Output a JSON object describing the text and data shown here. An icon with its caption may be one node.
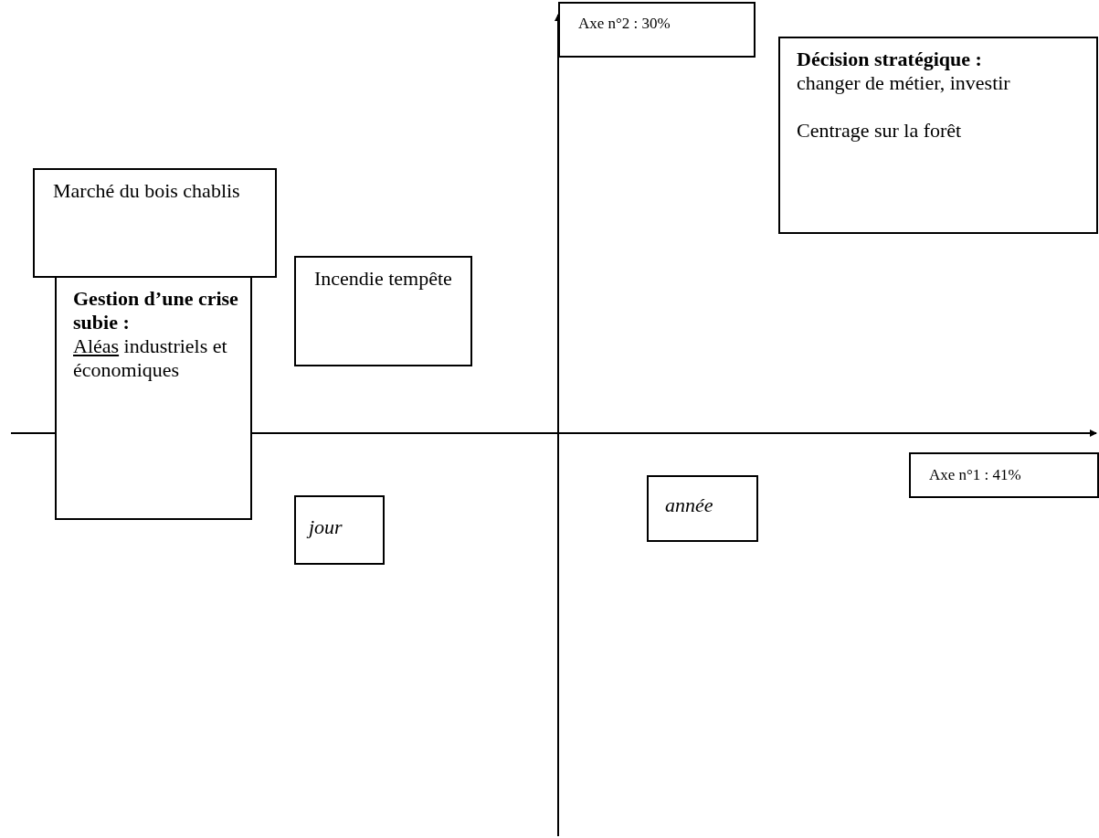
{
  "diagram": {
    "nodes": [
      {
        "text": [
          "Axe n°2 : 30%"
        ]
      },
      {
        "text": [
          "Décision stratégique :",
          "changer de métier, investir",
          "Centrage sur la forêt"
        ]
      },
      {
        "text": [
          "Marché du bois chablis"
        ]
      },
      {
        "text": [
          "Gestion d’une crise subie :",
          "Aléas industriels et économiques"
        ]
      },
      {
        "text": [
          "Incendie tempête"
        ]
      },
      {
        "text": [
          "jour"
        ]
      },
      {
        "text": [
          "année"
        ]
      },
      {
        "text": [
          "Axe n°1 : 41%"
        ]
      }
    ],
    "edges": []
  }
}
